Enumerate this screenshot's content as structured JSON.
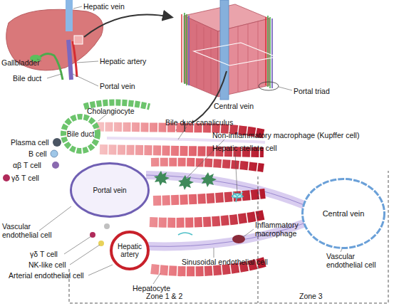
{
  "diagram": {
    "nodes": [
      {
        "text": [
          "Bile duct"
        ]
      },
      {
        "text": [
          "Portal vein"
        ]
      },
      {
        "text": [
          "Hepatic artery"
        ]
      },
      {
        "text": [
          "Central vein"
        ]
      }
    ],
    "labels": [
      "Hepatic vein",
      "Gallbladder",
      "Bile duct",
      "Hepatic artery",
      "Portal vein",
      "Portal triad",
      "Central vein",
      "Plasma cell",
      "B cell",
      "αβ T cell",
      "γδ T cell",
      "Cholangiocyte",
      "Bile duct canaliculus",
      "Non-inflammatory macrophage (Kupffer cell)",
      "Hepatic stellate cell",
      "Vascular endothelial cell",
      "γδ T cell",
      "NK-like cell",
      "Arterial endothelial cell",
      "Hepatocyte",
      "Sinusoidal endothelial cell",
      "Inflammatory macrophage",
      "Vascular endothelial cell",
      "Zone 1 & 2",
      "Zone 3"
    ]
  }
}
